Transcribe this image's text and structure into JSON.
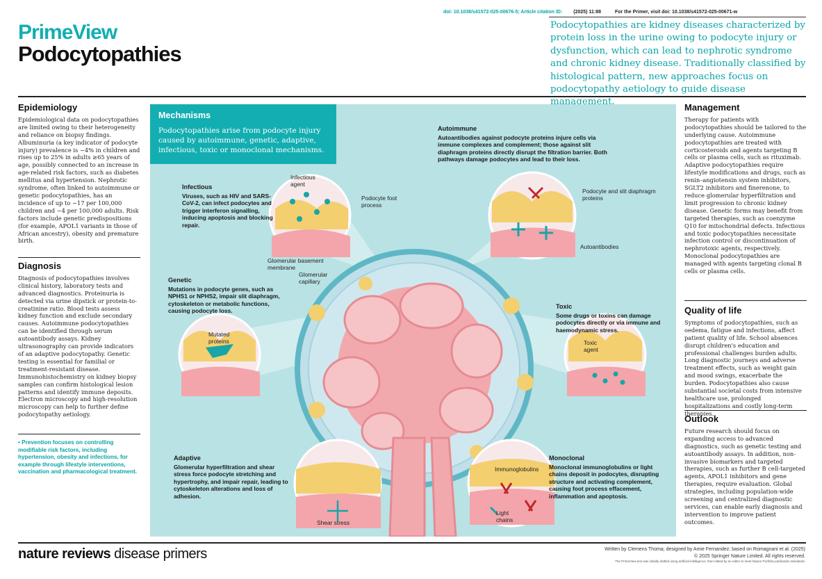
{
  "header": {
    "doi_primeview": "doi: 10.1038/s41572-025-00676-5; Article citation ID:",
    "citation": "(2025) 11:88",
    "primer_doi": "For the Primer, visit doi: 10.1038/s41572-025-00671-w",
    "brand": "PrimeView",
    "title": "Podocytopathies",
    "lede": "Podocytopathies are kidney diseases characterized by protein loss in the urine owing to podocyte injury or dysfunction, which can lead to nephrotic syndrome and chronic kidney disease. Traditionally classified by histological pattern, new approaches focus on podocytopathy aetiology to guide disease management."
  },
  "left": {
    "epidemiology": {
      "title": "Epidemiology",
      "text": "Epidemiological data on podocytopathies are limited owing to their heterogeneity and reliance on biopsy findings. Albuminuria (a key indicator of podocyte injury) prevalence is ~4% in children and rises up to 25% in adults ≥65 years of age, possibly connected to an increase in age-related risk factors, such as diabetes mellitus and hypertension. Nephrotic syndrome, often linked to autoimmune or genetic podocytopathies, has an incidence of up to ~17 per 100,000 children and ~4 per 100,000 adults. Risk factors include genetic predispositions (for example, APOL1 variants in those of African ancestry), obesity and premature birth."
    },
    "diagnosis": {
      "title": "Diagnosis",
      "text": "Diagnosis of podocytopathies involves clinical history, laboratory tests and advanced diagnostics. Proteinuria is detected via urine dipstick or protein-to-creatinine ratio. Blood tests assess kidney function and exclude secondary causes. Autoimmune podocytopathies can be identified through serum autoantibody assays. Kidney ultrasonography can provide indicators of an adaptive podocytopathy. Genetic testing is essential for familial or treatment-resistant disease. Immunohistochemistry on kidney biopsy samples can confirm histological lesion patterns and identify immune deposits. Electron microscopy and high-resolution microscopy can help to further define podocytopathy aetiology."
    },
    "prevention": "• Prevention focuses on controlling modifiable risk factors, including hypertension, obesity and infections, for example through lifestyle interventions, vaccination and pharmacological treatment."
  },
  "right": {
    "management": {
      "title": "Management",
      "text": "Therapy for patients with podocytopathies should be tailored to the underlying cause. Autoimmune podocytopathies are treated with corticosteroids and agents targeting B cells or plasma cells, such as rituximab. Adaptive podocytopathies require lifestyle modifications and drugs, such as renin–angiotensin system inhibitors, SGLT2 inhibitors and finerenone, to reduce glomerular hyperfiltration and limit progression to chronic kidney disease. Genetic forms may benefit from targeted therapies, such as coenzyme Q10 for mitochondrial defects. Infectious and toxic podocytopathies necessitate infection control or discontinuation of nephrotoxic agents, respectively. Monoclonal podocytopathies are managed with agents targeting clonal B cells or plasma cells."
    },
    "quality": {
      "title": "Quality of life",
      "text": "Symptoms of podocytopathies, such as oedema, fatigue and infections, affect patient quality of life. School absences disrupt children's education and professional challenges burden adults. Long diagnostic journeys and adverse treatment effects, such as weight gain and mood swings, exacerbate the burden. Podocytopathies also cause substantial societal costs from intensive healthcare use, prolonged hospitalizations and costly long-term therapies."
    },
    "outlook": {
      "title": "Outlook",
      "text": "Future research should focus on expanding access to advanced diagnostics, such as genetic testing and autoantibody assays. In addition, non-invasive biomarkers and targeted therapies, such as further B cell-targeted agents, APOL1 inhibitors and gene therapies, require evaluation. Global strategies, including population-wide screening and centralized diagnostic services, can enable early diagnosis and intervention to improve patient outcomes."
    }
  },
  "mechanisms": {
    "title": "Mechanisms",
    "intro": "Podocytopathies arise from podocyte injury caused by autoimmune, genetic, adaptive, infectious, toxic or monoclonal mechanisms.",
    "infectious": {
      "title": "Infectious",
      "text": "Viruses, such as HIV and SARS-CoV-2, can infect podocytes and trigger interferon signalling, inducing apoptosis and blocking repair."
    },
    "autoimmune": {
      "title": "Autoimmune",
      "text": "Autoantibodies against podocyte proteins injure cells via immune complexes and complement; those against slit diaphragm proteins directly disrupt the filtration barrier. Both pathways damage podocytes and lead to their loss."
    },
    "genetic": {
      "title": "Genetic",
      "text": "Mutations in podocyte genes, such as NPHS1 or NPHS2, impair slit diaphragm, cytoskeleton or metabolic functions, causing podocyte loss."
    },
    "toxic": {
      "title": "Toxic",
      "text": "Some drugs or toxins can damage podocytes directly or via immune and haemodynamic stress."
    },
    "adaptive": {
      "title": "Adaptive",
      "text": "Glomerular hyperfiltration and shear stress force podocyte stretching and hypertrophy, and impair repair, leading to cytoskeleton alterations and loss of adhesion."
    },
    "monoclonal": {
      "title": "Monoclonal",
      "text": "Monoclonal immunoglobulins or light chains deposit in podocytes, disrupting structure and activating complement, causing foot process effacement, inflammation and apoptosis."
    },
    "labels": {
      "infectious_agent": "Infectious agent",
      "podocyte_foot": "Podocyte foot process",
      "gbm": "Glomerular basement membrane",
      "capillary": "Glomerular capillary",
      "slit": "Podocyte and slit diaphragm proteins",
      "autoantibodies": "Autoantibodies",
      "mutated": "Mutated proteins",
      "toxic_agent": "Toxic agent",
      "shear": "Shear stress",
      "immunoglobulins": "Immunoglobulins",
      "light_chains": "Light chains"
    }
  },
  "footer": {
    "brand_bold": "nature reviews",
    "brand_light": " disease primers",
    "credit1": "Written by Clemens Thoma; designed by Amie Fernandez; based on Romagnani et al. (2025)",
    "credit2": "© 2025 Springer Nature Limited. All rights reserved.",
    "credit3": "The PrimeView text was initially drafted using artificial intelligence, then edited by an editor to meet Nature Portfolio publication standards."
  },
  "colors": {
    "teal": "#13aeb1",
    "panel": "#b9e2e4",
    "pink": "#f0a7ac",
    "yellow": "#f6d27a"
  }
}
